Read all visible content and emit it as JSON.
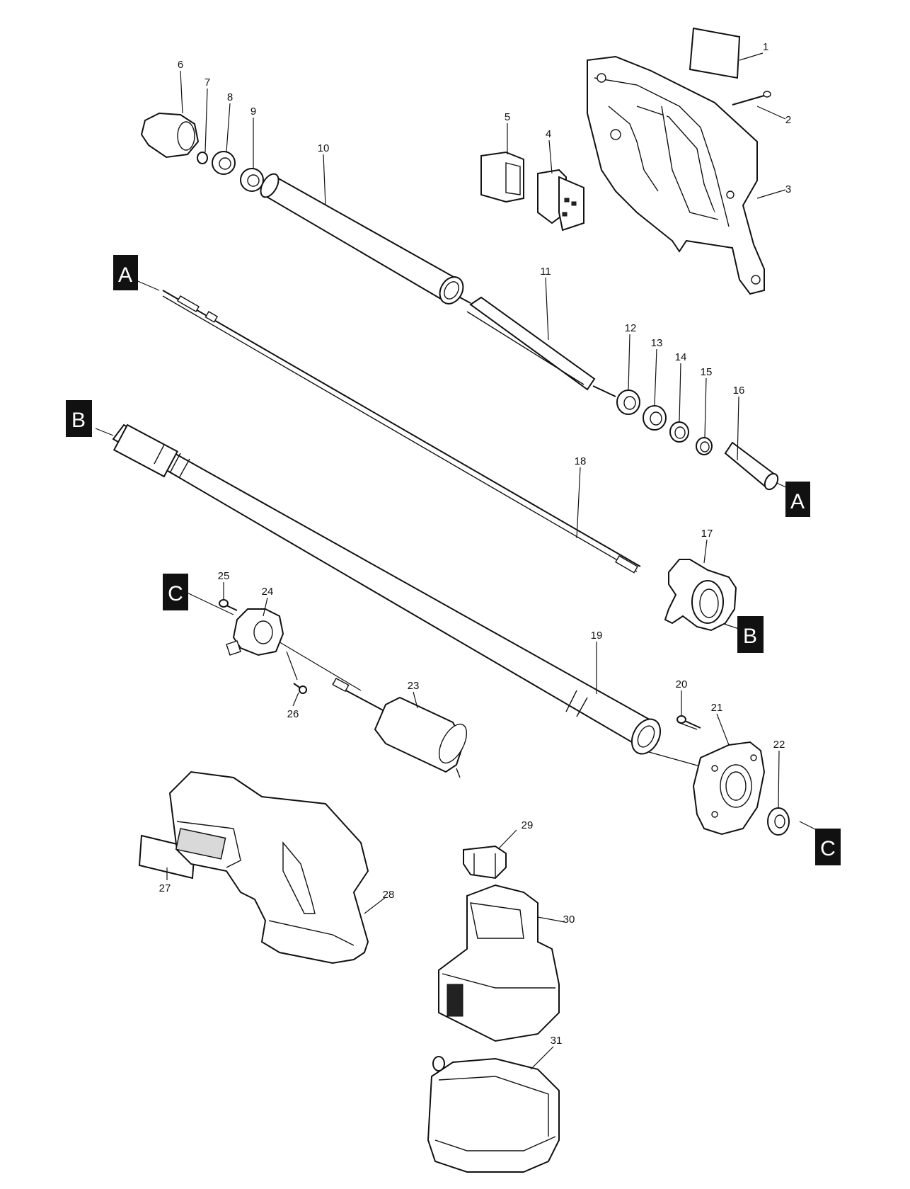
{
  "diagram": {
    "type": "exploded-parts-diagram",
    "part_numbers": [
      "1",
      "2",
      "3",
      "4",
      "5",
      "6",
      "7",
      "8",
      "9",
      "10",
      "11",
      "12",
      "13",
      "14",
      "15",
      "16",
      "17",
      "18",
      "19",
      "20",
      "21",
      "22",
      "23",
      "24",
      "25",
      "26",
      "27",
      "28",
      "29",
      "30",
      "31"
    ],
    "connection_flags": [
      "A",
      "B",
      "C"
    ]
  }
}
